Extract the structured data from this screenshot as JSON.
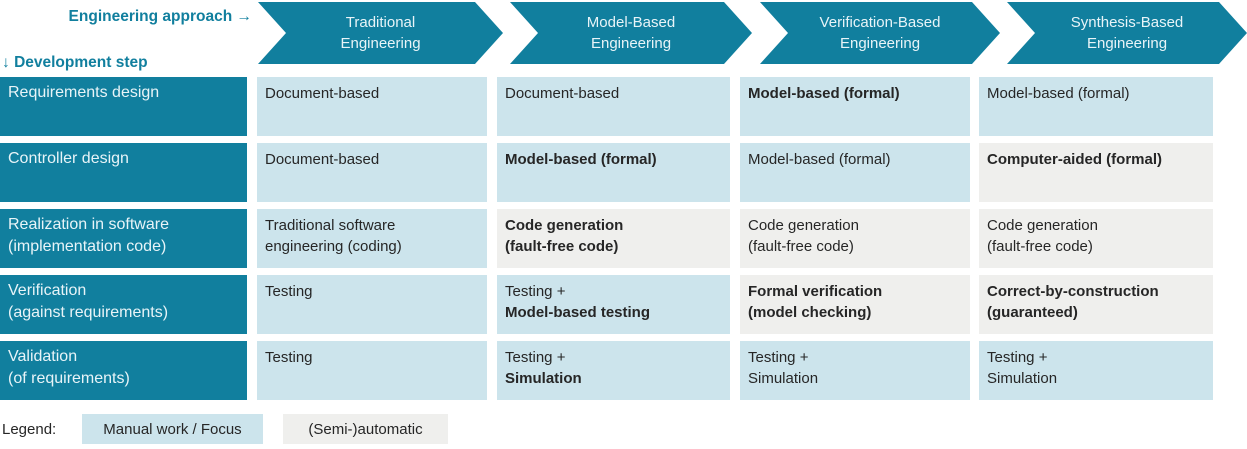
{
  "colors": {
    "teal": "#117f9e",
    "manual_blue": "#cce4ec",
    "auto_gray": "#efefed",
    "cell_text": "#262626",
    "on_teal_text": "#e8f4f8"
  },
  "axis": {
    "approach_text": "Engineering approach",
    "approach_arrow": "→",
    "step_arrow": "↓",
    "step_text": "Development step"
  },
  "approach_columns": [
    {
      "line1": "Traditional",
      "line2": "Engineering"
    },
    {
      "line1": "Model-Based",
      "line2": "Engineering"
    },
    {
      "line1": "Verification-Based",
      "line2": "Engineering"
    },
    {
      "line1": "Synthesis-Based",
      "line2": "Engineering"
    }
  ],
  "matrix": {
    "rows": [
      {
        "label": [
          "Requirements design",
          ""
        ],
        "cells": [
          {
            "lines": [
              "Document-based"
            ],
            "bold": [
              false
            ],
            "bg": "manual"
          },
          {
            "lines": [
              "Document-based"
            ],
            "bold": [
              false
            ],
            "bg": "manual"
          },
          {
            "lines": [
              "Model-based (formal)"
            ],
            "bold": [
              true
            ],
            "bg": "manual"
          },
          {
            "lines": [
              "Model-based (formal)"
            ],
            "bold": [
              false
            ],
            "bg": "manual"
          }
        ]
      },
      {
        "label": [
          "Controller design",
          ""
        ],
        "cells": [
          {
            "lines": [
              "Document-based"
            ],
            "bold": [
              false
            ],
            "bg": "manual"
          },
          {
            "lines": [
              "Model-based (formal)"
            ],
            "bold": [
              true
            ],
            "bg": "manual"
          },
          {
            "lines": [
              "Model-based (formal)"
            ],
            "bold": [
              false
            ],
            "bg": "manual"
          },
          {
            "lines": [
              "Computer-aided (formal)"
            ],
            "bold": [
              true
            ],
            "bg": "auto"
          }
        ]
      },
      {
        "label": [
          "Realization in software",
          "(implementation code)"
        ],
        "cells": [
          {
            "lines": [
              "Traditional software",
              "engineering (coding)"
            ],
            "bold": [
              false,
              false
            ],
            "bg": "manual"
          },
          {
            "lines": [
              "Code generation",
              "(fault-free code)"
            ],
            "bold": [
              true,
              true
            ],
            "bg": "auto"
          },
          {
            "lines": [
              "Code generation",
              "(fault-free code)"
            ],
            "bold": [
              false,
              false
            ],
            "bg": "auto"
          },
          {
            "lines": [
              "Code generation",
              "(fault-free code)"
            ],
            "bold": [
              false,
              false
            ],
            "bg": "auto"
          }
        ]
      },
      {
        "label": [
          "Verification",
          "(against requirements)"
        ],
        "cells": [
          {
            "lines": [
              "Testing"
            ],
            "bold": [
              false
            ],
            "bg": "manual"
          },
          {
            "lines": [
              "Testing +",
              "Model-based testing"
            ],
            "bold": [
              false,
              true
            ],
            "bg": "manual"
          },
          {
            "lines": [
              "Formal verification",
              "(model checking)"
            ],
            "bold": [
              true,
              true
            ],
            "bg": "auto"
          },
          {
            "lines": [
              "Correct-by-construction",
              "(guaranteed)"
            ],
            "bold": [
              true,
              true
            ],
            "bg": "auto"
          }
        ]
      },
      {
        "label": [
          "Validation",
          "(of requirements)"
        ],
        "cells": [
          {
            "lines": [
              "Testing"
            ],
            "bold": [
              false
            ],
            "bg": "manual"
          },
          {
            "lines": [
              "Testing +",
              "Simulation"
            ],
            "bold": [
              false,
              true
            ],
            "bg": "manual"
          },
          {
            "lines": [
              "Testing +",
              "Simulation"
            ],
            "bold": [
              false,
              false
            ],
            "bg": "manual"
          },
          {
            "lines": [
              "Testing +",
              "Simulation"
            ],
            "bold": [
              false,
              false
            ],
            "bg": "manual"
          }
        ]
      }
    ]
  },
  "legend": {
    "label": "Legend:",
    "manual": "Manual work / Focus",
    "automatic": "(Semi-)automatic"
  }
}
